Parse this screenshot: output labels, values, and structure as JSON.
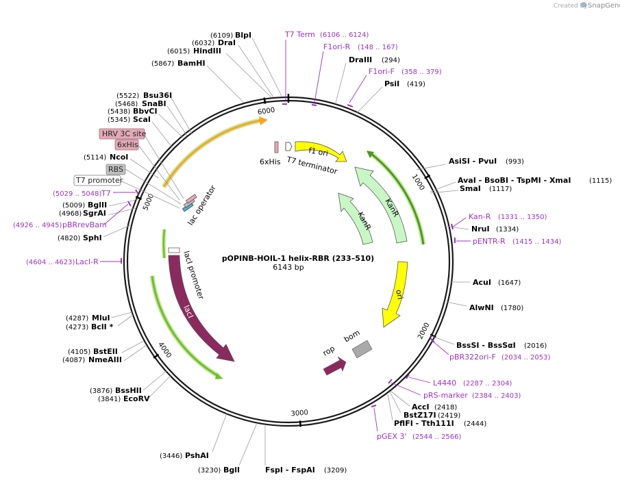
{
  "credit": {
    "prefix": "Created by",
    "brand": "SnapGene"
  },
  "plasmid": {
    "name": "pOPINB-HOIL-1 helix-RBR (233–510)",
    "size_label": "6143 bp",
    "total_bp": 6143
  },
  "ticks": [
    {
      "bp": 1000,
      "label": "1000"
    },
    {
      "bp": 2000,
      "label": "2000"
    },
    {
      "bp": 3000,
      "label": "3000"
    },
    {
      "bp": 4000,
      "label": "4000"
    },
    {
      "bp": 5000,
      "label": "5000"
    },
    {
      "bp": 6000,
      "label": "6000"
    }
  ],
  "sites": [
    {
      "id": "blpi",
      "text": "BlpI",
      "pos": "(6109)",
      "bp": 6109
    },
    {
      "id": "drai",
      "text": "DraI",
      "pos": "(6032)",
      "bp": 6032
    },
    {
      "id": "hindiii",
      "text": "HindIII",
      "pos": "(6015)",
      "bp": 6015
    },
    {
      "id": "bamhi",
      "text": "BamHI",
      "pos": "(5867)",
      "bp": 5867
    },
    {
      "id": "bsu36i",
      "text": "Bsu36I",
      "pos": "(5522)",
      "bp": 5522
    },
    {
      "id": "snabi",
      "text": "SnaBI",
      "pos": "(5468)",
      "bp": 5468
    },
    {
      "id": "bbvci",
      "text": "BbvCI",
      "pos": "(5438)",
      "bp": 5438
    },
    {
      "id": "scai",
      "text": "ScaI",
      "pos": "(5345)",
      "bp": 5345
    },
    {
      "id": "ncoi",
      "text": "NcoI",
      "pos": "(5114)",
      "bp": 5114
    },
    {
      "id": "bglii",
      "text": "BglII",
      "pos": "(5009)",
      "bp": 5009
    },
    {
      "id": "sgrai",
      "text": "SgrAI",
      "pos": "(4968)",
      "bp": 4968
    },
    {
      "id": "sphi",
      "text": "SphI",
      "pos": "(4820)",
      "bp": 4820
    },
    {
      "id": "mlui",
      "text": "MluI",
      "pos": "(4287)",
      "bp": 4287
    },
    {
      "id": "bcli",
      "text": "BclI *",
      "pos": "(4273)",
      "bp": 4273
    },
    {
      "id": "bsteii",
      "text": "BstEII",
      "pos": "(4105)",
      "bp": 4105
    },
    {
      "id": "nmeaiii",
      "text": "NmeAIII",
      "pos": "(4087)",
      "bp": 4087
    },
    {
      "id": "bsshii",
      "text": "BssHII",
      "pos": "(3876)",
      "bp": 3876
    },
    {
      "id": "ecorv",
      "text": "EcoRV",
      "pos": "(3841)",
      "bp": 3841
    },
    {
      "id": "pshai",
      "text": "PshAI",
      "pos": "(3446)",
      "bp": 3446
    },
    {
      "id": "bgli",
      "text": "BglI",
      "pos": "(3230)",
      "bp": 3230
    },
    {
      "id": "fspi",
      "text": "FspI  -  FspAI",
      "pos": "(3209)",
      "bp": 3209
    },
    {
      "id": "draiii",
      "text": "DraIII",
      "pos": "(294)",
      "bp": 294
    },
    {
      "id": "psii",
      "text": "PsiI",
      "pos": "(419)",
      "bp": 419
    },
    {
      "id": "asisi",
      "text": "AsiSI  -  PvuI",
      "pos": "(993)",
      "bp": 993
    },
    {
      "id": "avai",
      "text": "AvaI  -  BsoBI  -  TspMI  -  XmaI",
      "pos": "(1115)",
      "bp": 1115
    },
    {
      "id": "smai",
      "text": "SmaI",
      "pos": "(1117)",
      "bp": 1117
    },
    {
      "id": "nrui",
      "text": "NruI",
      "pos": "(1334)",
      "bp": 1334
    },
    {
      "id": "acui",
      "text": "AcuI",
      "pos": "(1647)",
      "bp": 1647
    },
    {
      "id": "alwni",
      "text": "AlwNI",
      "pos": "(1780)",
      "bp": 1780
    },
    {
      "id": "bsssi",
      "text": "BssSI  -  BssSαI",
      "pos": "(2016)",
      "bp": 2016
    },
    {
      "id": "acci",
      "text": "AccI",
      "pos": "(2418)",
      "bp": 2418
    },
    {
      "id": "bstz17i",
      "text": "BstZ17I",
      "pos": "(2419)",
      "bp": 2419
    },
    {
      "id": "pflfi",
      "text": "PflFI  -  Tth111I",
      "pos": "(2444)",
      "bp": 2444
    }
  ],
  "primers": [
    {
      "id": "t7term",
      "text": "T7 Term",
      "pos": "(6106 .. 6124)"
    },
    {
      "id": "f1orir",
      "text": "F1ori-R",
      "pos": "(148 .. 167)"
    },
    {
      "id": "f1orif",
      "text": "F1ori-F",
      "pos": "(358 .. 379)"
    },
    {
      "id": "t7",
      "text": "T7",
      "pos": "(5029 .. 5048)"
    },
    {
      "id": "pbrrevbam",
      "text": "pBRrevBam",
      "pos": "(4926 .. 4945)"
    },
    {
      "id": "lacir",
      "text": "LacI-R",
      "pos": "(4604 .. 4623)"
    },
    {
      "id": "kanr",
      "text": "Kan-R",
      "pos": "(1331 .. 1350)"
    },
    {
      "id": "pentrr",
      "text": "pENTR-R",
      "pos": "(1415 .. 1434)"
    },
    {
      "id": "pbr322orif",
      "text": "pBR322ori-F",
      "pos": "(2034 .. 2053)"
    },
    {
      "id": "l4440",
      "text": "L4440",
      "pos": "(2287 .. 2304)"
    },
    {
      "id": "prsmarker",
      "text": "pRS-marker",
      "pos": "(2384 .. 2403)"
    },
    {
      "id": "pgex3",
      "text": "pGEX 3'",
      "pos": "(2544 .. 2566)"
    }
  ],
  "badges": [
    {
      "id": "hrv3c",
      "text": "HRV 3C site"
    },
    {
      "id": "sixhis",
      "text": "6xHis"
    },
    {
      "id": "rbs",
      "text": "RBS"
    },
    {
      "id": "t7promoter",
      "text": "T7 promoter"
    }
  ],
  "features": {
    "sixhis_label": "6xHis",
    "t7term_label": "T7 terminator",
    "f1ori_label": "f1 ori",
    "kanr_outer_label": "KanR",
    "kanr_inner_label": "KanR",
    "ori_label": "ori",
    "rop_label": "rop",
    "bom_label": "bom",
    "laci_label": "lacI",
    "laci_promoter_label": "lacI promoter",
    "lac_operator_label": "lac operator"
  },
  "colors": {
    "backbone": "#1a1a1a",
    "primer": "#9a31c6",
    "f1ori": "#ffff00",
    "ori": "#ffff00",
    "kanr": "#c8f7c5",
    "laci": "#8b2a5e",
    "rop": "#8b2a5e",
    "bom": "#a9a9a9",
    "orf_insert": "#f5a623",
    "orf_green": "#6fbf2a",
    "badge_pink": "#e2a9b8",
    "badge_grey": "#c0c0c0"
  }
}
